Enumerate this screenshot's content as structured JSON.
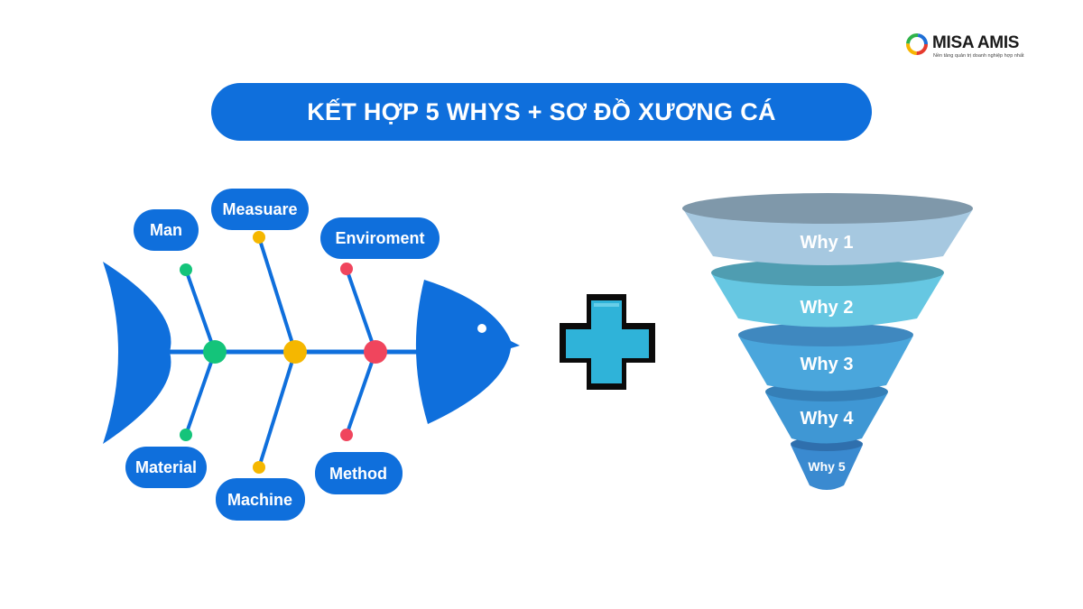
{
  "logo": {
    "name": "MISA AMIS",
    "tagline": "Nền tảng quản trị doanh nghiệp hợp nhất"
  },
  "title": "KẾT HỢP 5 WHYS + SƠ ĐỒ XƯƠNG CÁ",
  "fishbone": {
    "top_labels": [
      "Man",
      "Measuare",
      "Enviroment"
    ],
    "bottom_labels": [
      "Material",
      "Machine",
      "Method"
    ]
  },
  "funnel": {
    "levels": [
      "Why 1",
      "Why 2",
      "Why 3",
      "Why 4",
      "Why 5"
    ]
  },
  "colors": {
    "primary": "#0f6fdc",
    "green": "#14c47a",
    "yellow": "#f5b700",
    "red": "#f0455d",
    "plus": "#2fb3d9"
  }
}
